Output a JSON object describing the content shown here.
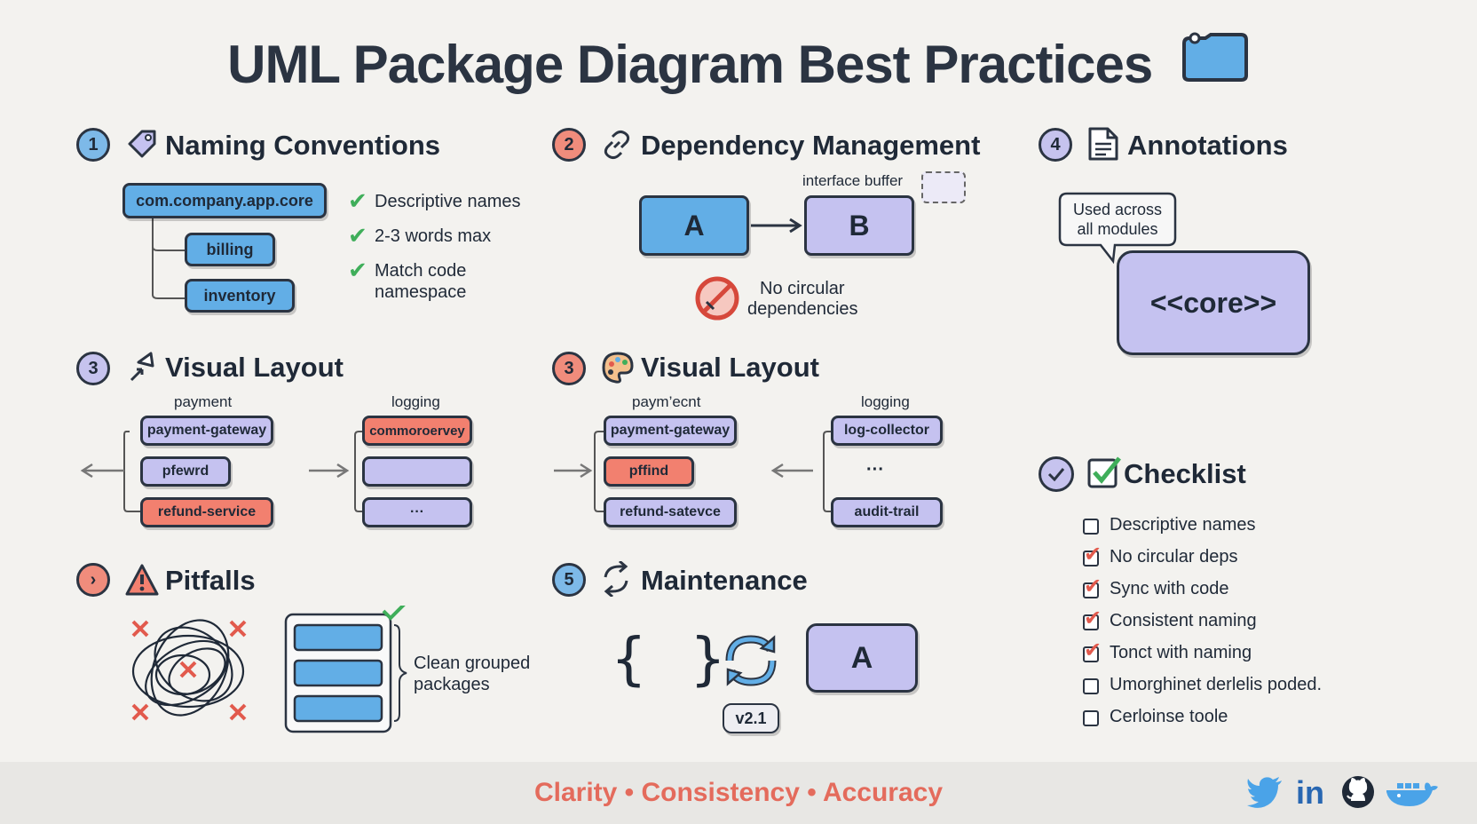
{
  "title": "UML Package Diagram Best Practices",
  "sections": {
    "naming": {
      "number": "1",
      "title": "Naming Conventions",
      "root_pkg": "com.company.app.core",
      "children": [
        "billing",
        "inventory"
      ],
      "tips": [
        "Descriptive names",
        "2-3 words max",
        "Match code",
        "namespace"
      ]
    },
    "dependency": {
      "number": "2",
      "title": "Dependency Management",
      "pkg_a": "A",
      "pkg_b": "B",
      "buffer_label": "interface buffer",
      "no_circular_1": "No circular",
      "no_circular_2": "dependencies"
    },
    "annotations": {
      "number": "4",
      "title": "Annotations",
      "note_1": "Used across",
      "note_2": "all modules",
      "stereotype": "<<core>>"
    },
    "visual_left": {
      "number": "3",
      "title": "Visual Layout",
      "group1_label": "payment",
      "group1": [
        "payment-gateway",
        "pfewrd",
        "refund-service"
      ],
      "group2_label": "logging",
      "group2": [
        "commoroervey",
        "",
        "···"
      ]
    },
    "visual_right": {
      "number": "3",
      "title": "Visual Layout",
      "group1_label": "paym’ecnt",
      "group1": [
        "payment-gateway",
        "pffind",
        "refund-satevce"
      ],
      "group2_label": "logging",
      "group2": [
        "log-collector",
        "···",
        "audit-trail"
      ]
    },
    "pitfalls": {
      "number": "›",
      "title": "Pitfalls",
      "clean_1": "Clean grouped",
      "clean_2": "packages"
    },
    "maintenance": {
      "number": "5",
      "title": "Maintenance",
      "braces": "{ }",
      "version": "v2.1",
      "pkg": "A"
    },
    "checklist": {
      "title": "Checklist",
      "items": [
        {
          "label": "Descriptive names",
          "checked": false
        },
        {
          "label": "No circular deps",
          "checked": true
        },
        {
          "label": "Sync with code",
          "checked": true
        },
        {
          "label": "Consistent naming",
          "checked": true
        },
        {
          "label": "Tonct with naming",
          "checked": true
        },
        {
          "label": "Umorghinet derlelis poded.",
          "checked": false
        },
        {
          "label": "Cerloinse toole",
          "checked": false
        }
      ]
    }
  },
  "footer": {
    "text": "Clarity • Consistency • Accuracy",
    "social": [
      "twitter-icon",
      "linkedin-icon",
      "github-icon",
      "docker-icon"
    ],
    "linkedin_label": "in"
  },
  "colors": {
    "blue": "#62aee6",
    "purple": "#c5c2f0",
    "red": "#f2806f",
    "green": "#3fae5a",
    "footer_text": "#e46b5c"
  }
}
